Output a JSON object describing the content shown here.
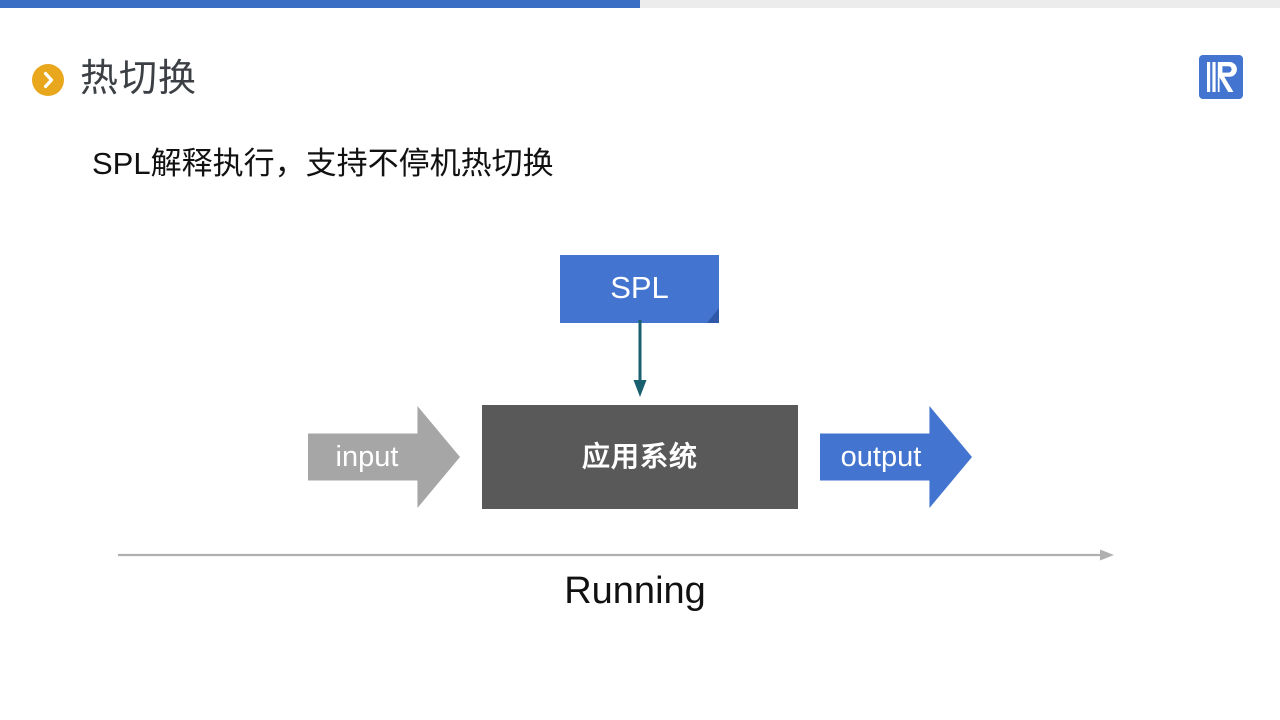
{
  "progress": {
    "name": "slide-progress",
    "percent": 50,
    "fill_color": "#3a6ec4",
    "track_color": "#ececec"
  },
  "header": {
    "bullet_icon": "chevron-right-circle-icon",
    "bullet_color": "#e8a71c",
    "title": "热切换",
    "title_color": "#3c4044",
    "logo_icon": "brand-r-logo-icon",
    "logo_color": "#4274d0"
  },
  "body": {
    "subtitle": "SPL解释执行，支持不停机热切换"
  },
  "diagram": {
    "spl_box": {
      "label": "SPL",
      "color": "#4274d0",
      "fold_color": "#2f59a8",
      "text_color": "#ffffff"
    },
    "connector": {
      "icon": "down-arrow-icon",
      "color": "#1a5f70"
    },
    "input_arrow": {
      "label": "input",
      "color": "#a6a6a6",
      "text_color": "#ffffff",
      "direction": "right"
    },
    "app_box": {
      "label": "应用系统",
      "color": "#595959",
      "text_color": "#ffffff"
    },
    "output_arrow": {
      "label": "output",
      "color": "#4274d0",
      "text_color": "#ffffff",
      "direction": "right"
    },
    "timeline": {
      "label": "Running",
      "color": "#b0b0b0",
      "icon": "right-arrow-line-icon"
    }
  }
}
